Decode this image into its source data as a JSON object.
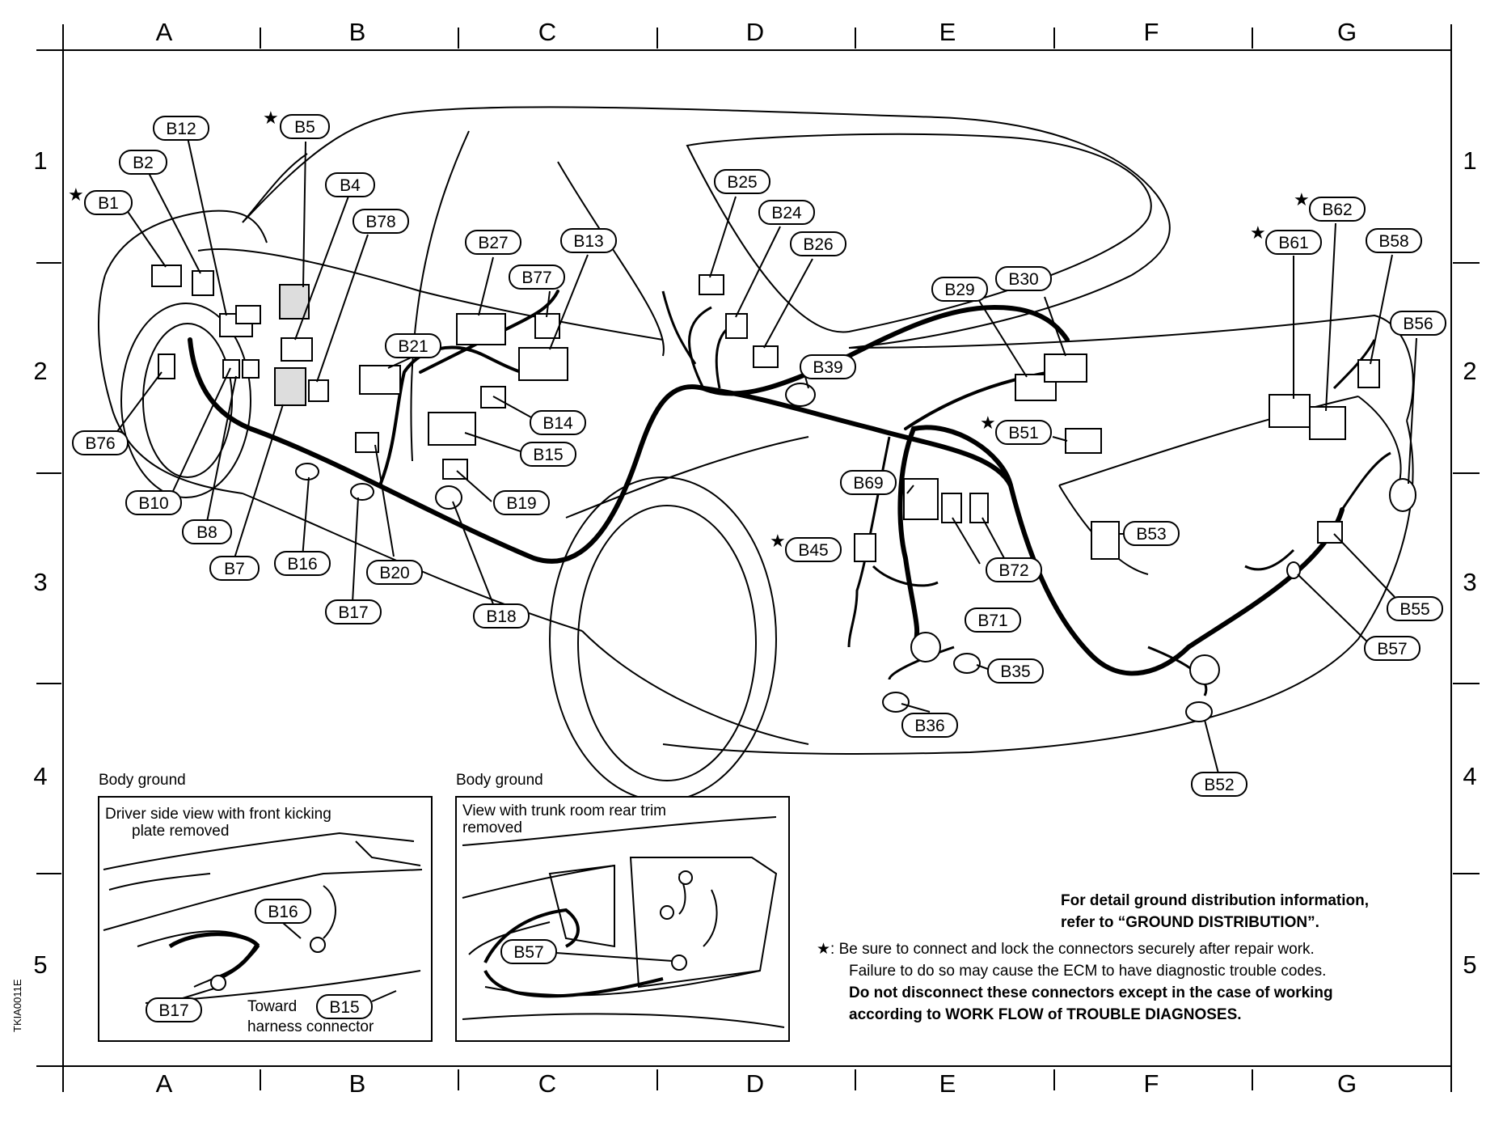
{
  "grid": {
    "columns": [
      "A",
      "B",
      "C",
      "D",
      "E",
      "F",
      "G"
    ],
    "rows": [
      "1",
      "2",
      "3",
      "4",
      "5"
    ]
  },
  "connectors": {
    "B1": "B1",
    "B2": "B2",
    "B4": "B4",
    "B5": "B5",
    "B7": "B7",
    "B8": "B8",
    "B10": "B10",
    "B12": "B12",
    "B13": "B13",
    "B14": "B14",
    "B15": "B15",
    "B16": "B16",
    "B17": "B17",
    "B18": "B18",
    "B19": "B19",
    "B20": "B20",
    "B21": "B21",
    "B24": "B24",
    "B25": "B25",
    "B26": "B26",
    "B27": "B27",
    "B29": "B29",
    "B30": "B30",
    "B35": "B35",
    "B36": "B36",
    "B39": "B39",
    "B45": "B45",
    "B51": "B51",
    "B52": "B52",
    "B53": "B53",
    "B55": "B55",
    "B56": "B56",
    "B57": "B57",
    "B58": "B58",
    "B61": "B61",
    "B62": "B62",
    "B69": "B69",
    "B71": "B71",
    "B72": "B72",
    "B76": "B76",
    "B77": "B77",
    "B78": "B78"
  },
  "star_symbol": "★",
  "insets": {
    "left": {
      "heading": "Body ground",
      "caption_line1": "Driver side view with front kicking",
      "caption_line2": "plate removed",
      "label_b16": "B16",
      "label_b17": "B17",
      "label_b15": "B15",
      "toward_line1": "Toward",
      "toward_line2": "harness connector"
    },
    "right": {
      "heading": "Body ground",
      "caption_line1": "View with trunk room rear trim",
      "caption_line2": "removed",
      "label_b57": "B57"
    }
  },
  "notes": {
    "line1": "For detail ground distribution information,",
    "line2": "refer to “GROUND DISTRIBUTION”.",
    "star_prefix": "★:",
    "star_line1": "Be sure to connect and lock the connectors securely after repair work.",
    "star_line2": "Failure to do so may cause the ECM to have diagnostic trouble codes.",
    "star_line3": "Do not disconnect these connectors except in the case of working",
    "star_line4": "according to WORK FLOW of TROUBLE DIAGNOSES."
  },
  "figure_code": "TKIA0011E"
}
